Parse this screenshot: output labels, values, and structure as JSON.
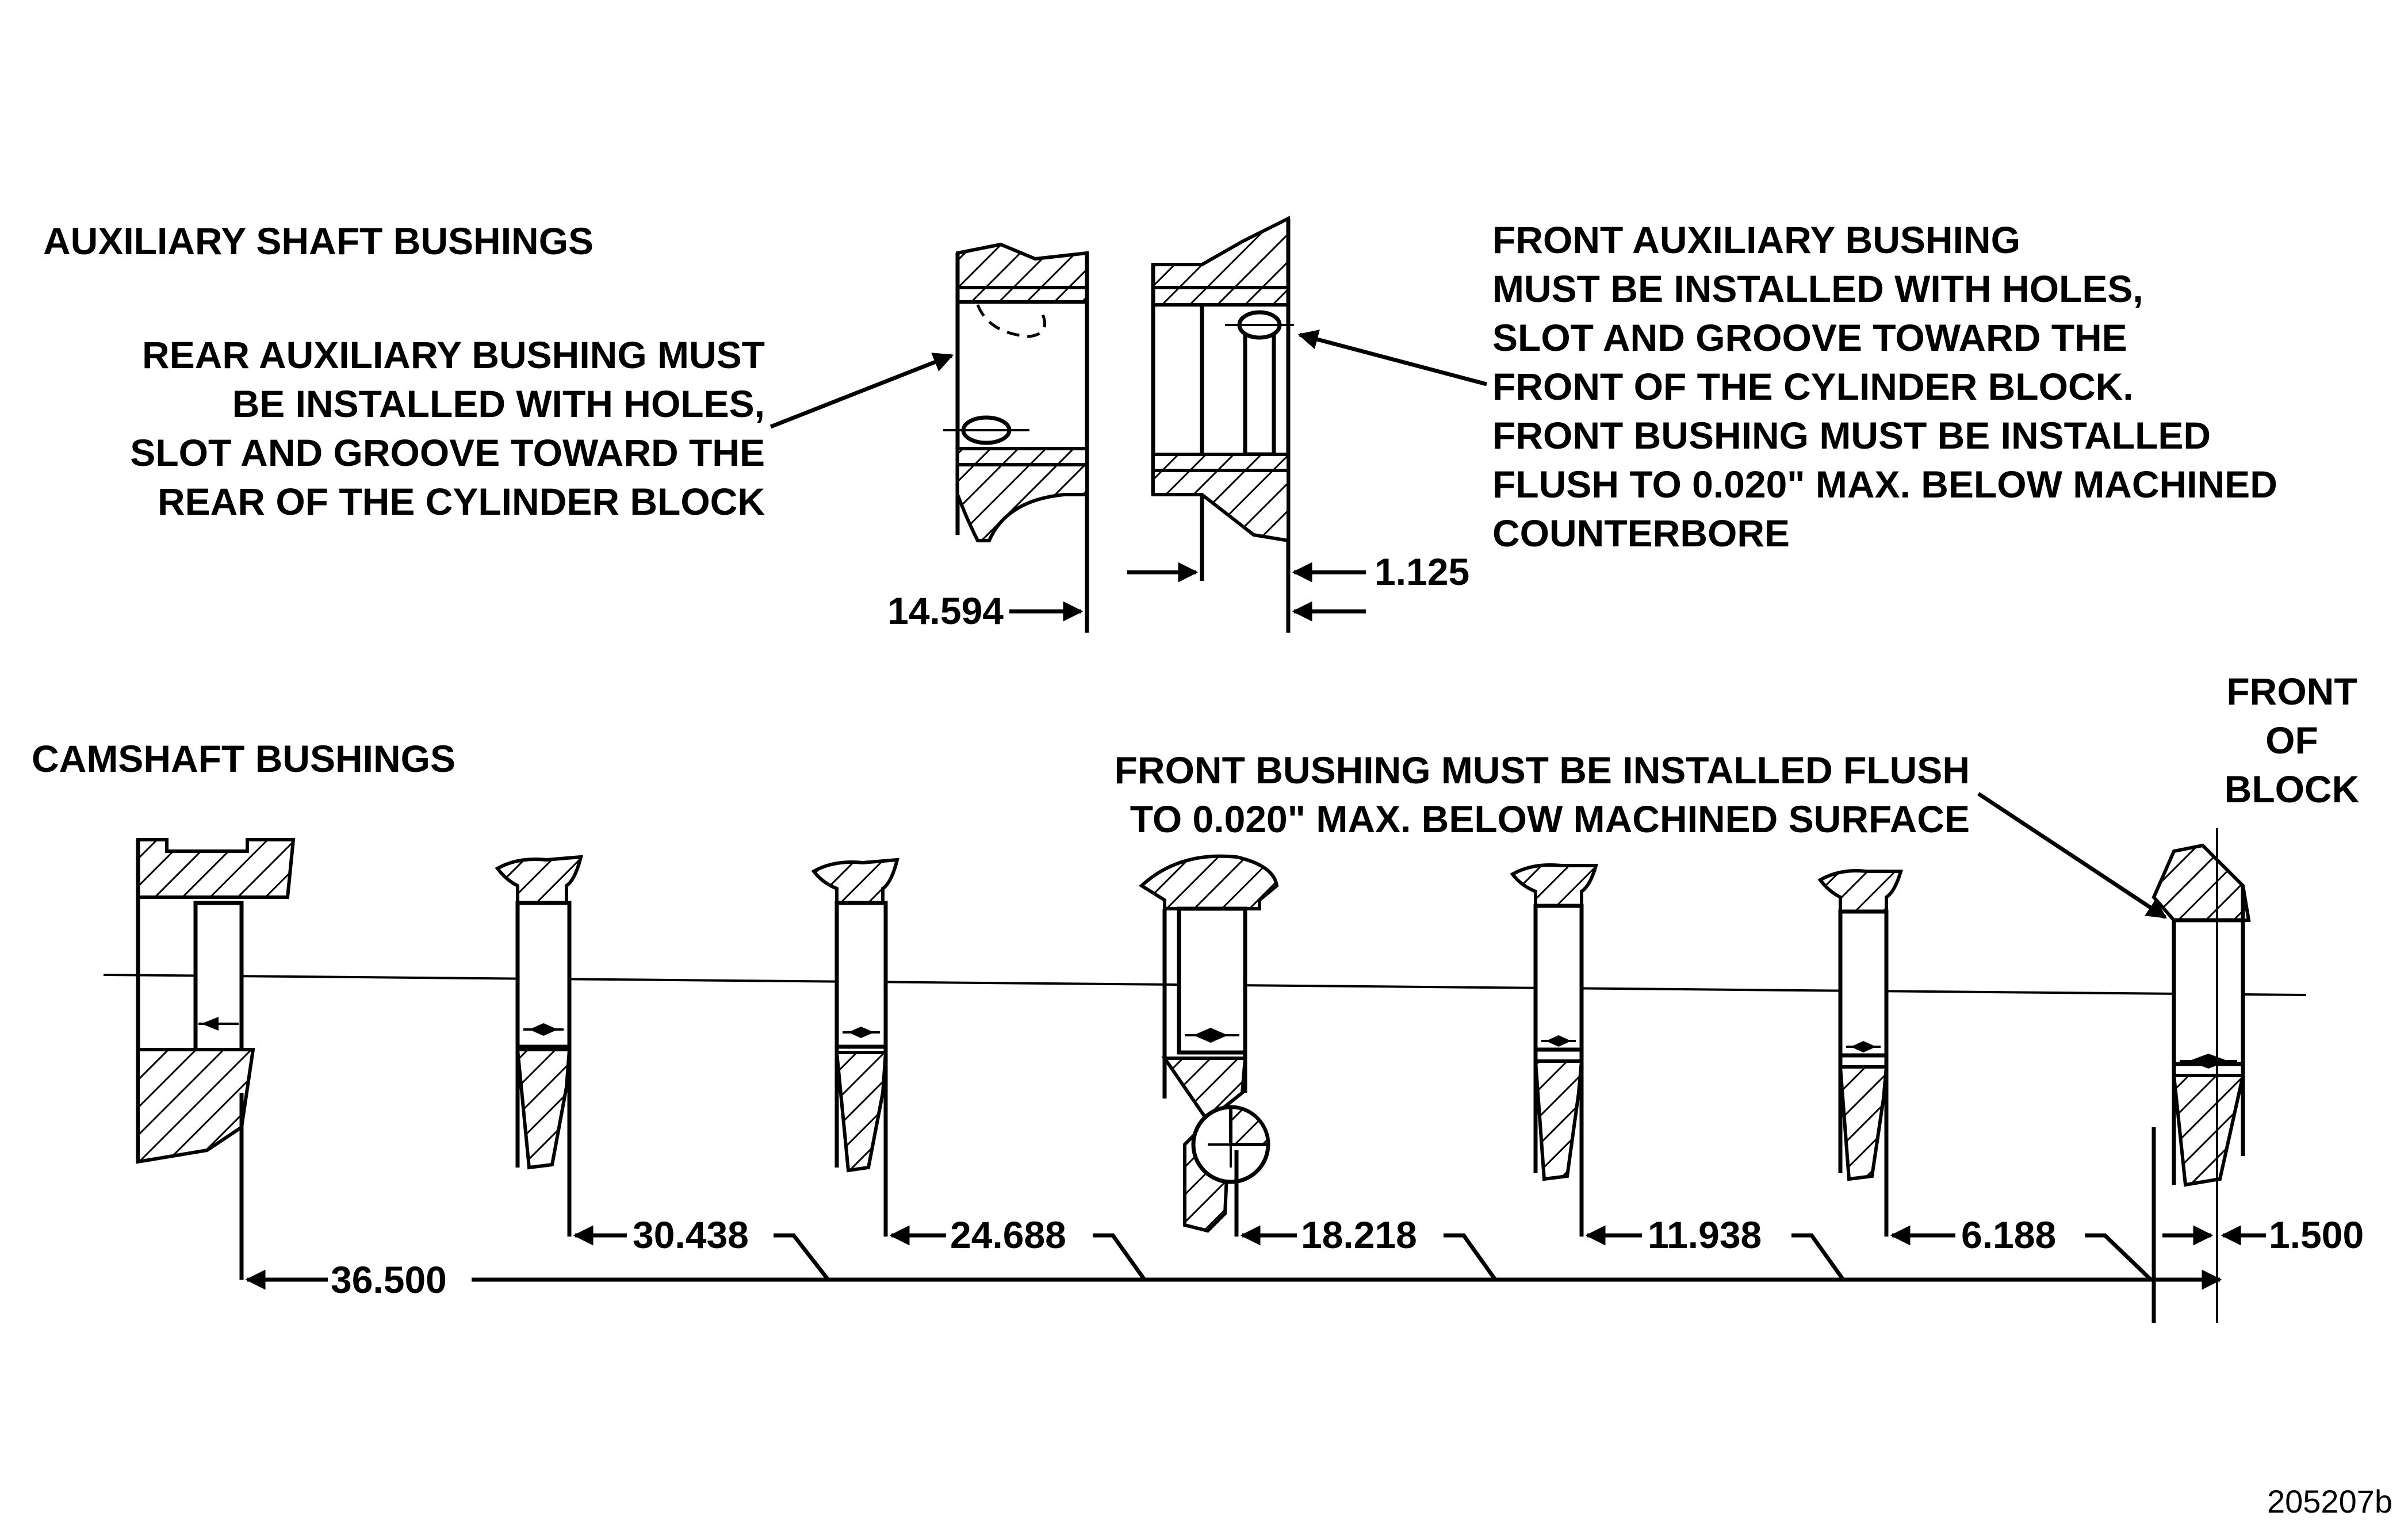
{
  "aux": {
    "title": "AUXILIARY SHAFT BUSHINGS",
    "rear_note": [
      "REAR AUXILIARY BUSHING MUST",
      "BE INSTALLED WITH HOLES,",
      "SLOT AND GROOVE TOWARD THE",
      "REAR OF THE CYLINDER BLOCK"
    ],
    "front_note": [
      "FRONT AUXILIARY BUSHING",
      "MUST BE INSTALLED WITH HOLES,",
      "SLOT AND GROOVE TOWARD THE",
      "FRONT OF THE CYLINDER BLOCK.",
      "FRONT BUSHING MUST BE INSTALLED",
      "FLUSH TO 0.020\" MAX. BELOW MACHINED",
      "COUNTERBORE"
    ],
    "dim_rear": "14.594",
    "dim_front": "1.125"
  },
  "cam": {
    "title": "CAMSHAFT BUSHINGS",
    "front_note": [
      "FRONT BUSHING MUST BE INSTALLED FLUSH",
      "TO 0.020\" MAX. BELOW MACHINED SURFACE"
    ],
    "front_of_block": [
      "FRONT",
      "OF",
      "BLOCK"
    ],
    "dims": {
      "d1": "36.500",
      "d2": "30.438",
      "d3": "24.688",
      "d4": "18.218",
      "d5": "11.938",
      "d6": "6.188",
      "d7": "1.500"
    }
  },
  "figure_id": "205207b"
}
